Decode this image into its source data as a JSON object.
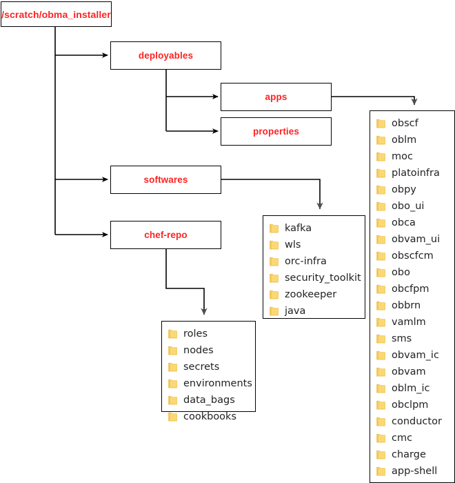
{
  "diagram": {
    "title": "obma_installer directory tree",
    "colors": {
      "node_text": "#ff2222",
      "box_border": "#000000",
      "folder_text": "#222222",
      "folder_icon": "#fcd66b",
      "connector": "#000000",
      "arrow_gray": "#555555",
      "background": "#ffffff"
    }
  },
  "nodes": {
    "root": {
      "label": "/scratch/obma_installer"
    },
    "deployables": {
      "label": "deployables"
    },
    "apps": {
      "label": "apps"
    },
    "properties": {
      "label": "properties"
    },
    "softwares": {
      "label": "softwares"
    },
    "chef_repo": {
      "label": "chef-repo"
    }
  },
  "panels": {
    "apps_children": {
      "name": "apps-folder-list",
      "icon": "folder-icon",
      "items": [
        "obscf",
        "oblm",
        "moc",
        "platoinfra",
        "obpy",
        "obo_ui",
        "obca",
        "obvam_ui",
        "obscfcm",
        "obo",
        "obcfpm",
        "obbrn",
        "vamlm",
        "sms",
        "obvam_ic",
        "obvam",
        "oblm_ic",
        "obclpm",
        "conductor",
        "cmc",
        "charge",
        "app-shell"
      ]
    },
    "softwares_children": {
      "name": "softwares-folder-list",
      "icon": "folder-icon",
      "items": [
        "kafka",
        "wls",
        "orc-infra",
        "security_toolkit",
        "zookeeper",
        "java"
      ]
    },
    "chef_repo_children": {
      "name": "chef-repo-folder-list",
      "icon": "folder-icon",
      "items": [
        "roles",
        "nodes",
        "secrets",
        "environments",
        "data_bags",
        "cookbooks"
      ]
    }
  }
}
